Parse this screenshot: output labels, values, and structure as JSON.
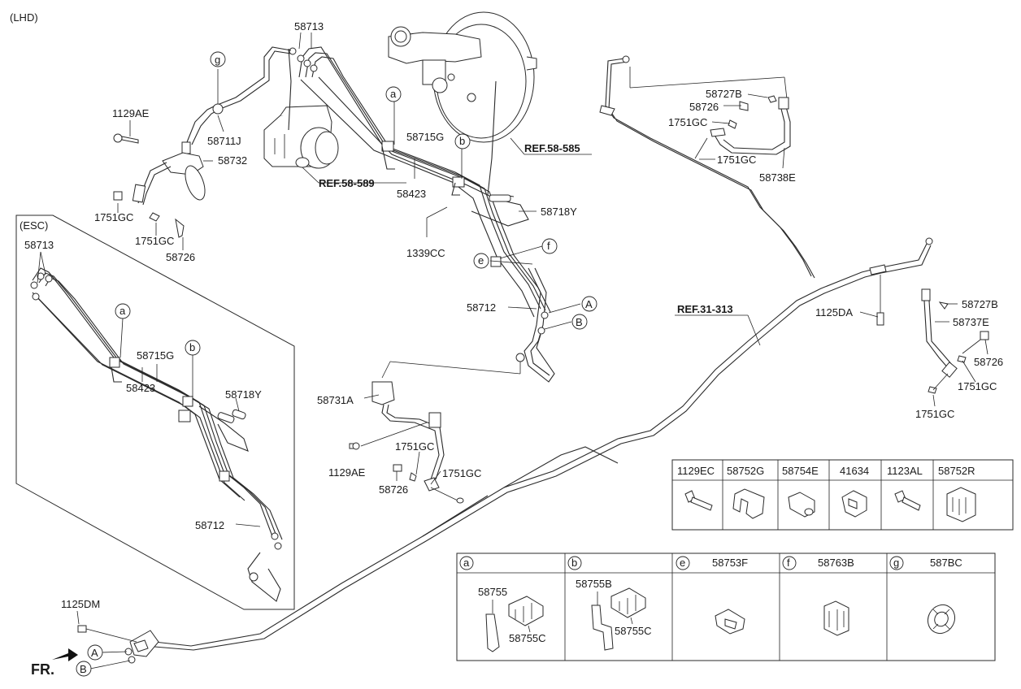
{
  "header_note": "(LHD)",
  "esc_label": "(ESC)",
  "fr_label": "FR.",
  "refs": {
    "abs_module": "REF.58-589",
    "booster": "REF.58-585",
    "chassis": "REF.31-313"
  },
  "main_callouts": {
    "p58713_top": "58713",
    "g_circle": "g",
    "p1129AE_top": "1129AE",
    "p58711J": "58711J",
    "p58732": "58732",
    "p1751GC_a": "1751GC",
    "p1751GC_b": "1751GC",
    "p58726_left": "58726",
    "a_circle_top": "a",
    "p58715G_top": "58715G",
    "b_circle_top": "b",
    "p58423_top": "58423",
    "p58718Y_top": "58718Y",
    "p1339CC": "1339CC",
    "f_circle": "f",
    "p58712_top": "58712",
    "A_circle_top": "A",
    "e_circle": "e",
    "B_circle_top": "B",
    "p58731A": "58731A",
    "p1129AE_bottom": "1129AE",
    "p1751GC_c": "1751GC",
    "p58726_mid": "58726",
    "p1751GC_d": "1751GC",
    "p58727B_top": "58727B",
    "p58726_right_top": "58726",
    "p1751GC_e": "1751GC",
    "p1751GC_f": "1751GC",
    "p58738E": "58738E",
    "p1125DA": "1125DA",
    "p58727B_right": "58727B",
    "p58737E": "58737E",
    "p58726_right": "58726",
    "p1751GC_g": "1751GC",
    "p1751GC_h": "1751GC",
    "p1125DM": "1125DM",
    "A_circle_bottom": "A",
    "B_circle_bottom": "B"
  },
  "esc_callouts": {
    "p58713": "58713",
    "a_circle": "a",
    "p58715G": "58715G",
    "b_circle": "b",
    "p58423": "58423",
    "p58718Y": "58718Y",
    "p58712": "58712"
  },
  "parts_table_top": [
    "1129EC",
    "58752G",
    "58754E",
    "41634",
    "1123AL",
    "58752R"
  ],
  "parts_table_bottom": [
    {
      "letter": "a",
      "part": "",
      "subparts": [
        "58755",
        "58755C"
      ]
    },
    {
      "letter": "b",
      "part": "",
      "subparts": [
        "58755B",
        "58755C"
      ]
    },
    {
      "letter": "e",
      "part": "58753F",
      "subparts": []
    },
    {
      "letter": "f",
      "part": "58763B",
      "subparts": []
    },
    {
      "letter": "g",
      "part": "587BC",
      "subparts": []
    }
  ]
}
